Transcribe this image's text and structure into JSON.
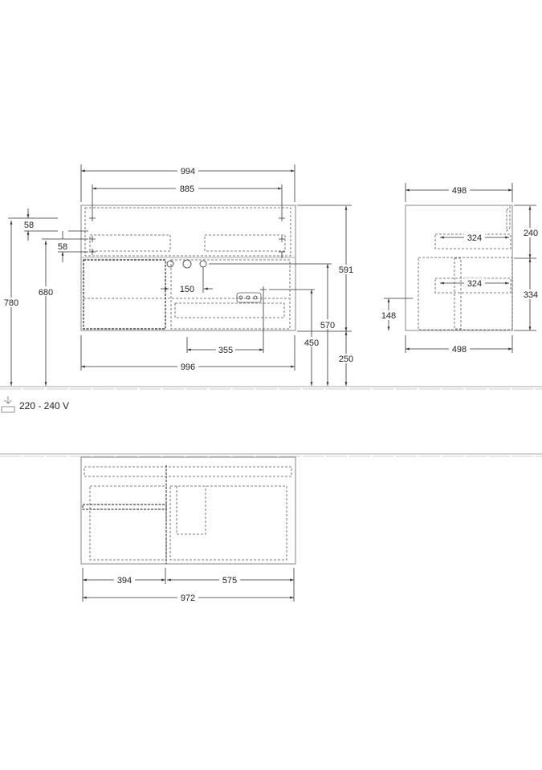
{
  "front_view": {
    "width_top": "994",
    "mount_spacing": "885",
    "offset_upper": "58",
    "offset_lower": "58",
    "height_total": "780",
    "mount_height": "680",
    "cabinet_height": "591",
    "floor_clearance": "250",
    "water_inlet_height": "570",
    "outlet_height": "450",
    "tap_offset": "150",
    "outlet_offset": "355",
    "width_bottom": "996"
  },
  "side_view": {
    "depth_top": "498",
    "depth_bottom": "498",
    "upper_drawer_depth": "324",
    "lower_drawer_depth": "324",
    "upper_height": "240",
    "lower_height": "334",
    "siphon_height": "148"
  },
  "electrical": {
    "voltage": "220 - 240 V",
    "icon": "power-socket-icon"
  },
  "plan_view": {
    "left_section": "394",
    "right_section": "575",
    "total_width": "972"
  }
}
